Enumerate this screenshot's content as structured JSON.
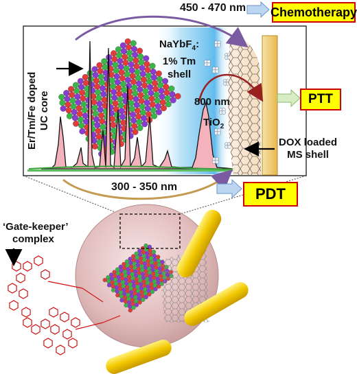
{
  "labels": {
    "wavelength_top": "450 - 470 nm",
    "chemotherapy": "Chemotherapy",
    "shell_line1": "NaYbF",
    "shell_sub": "4",
    "shell_line1_tail": ":",
    "shell_line2": "1% Tm",
    "shell_line3": "shell",
    "core_vertical": "Er/Tm/Fe doped",
    "core_vertical2": "UC core",
    "wavelength_mid": "800 nm",
    "tio2_main": "TiO",
    "tio2_sub": "2",
    "ptt": "PTT",
    "dox_line1": "DOX loaded",
    "dox_line2": "MS shell",
    "wavelength_bottom": "300 - 350 nm",
    "pdt": "PDT",
    "gatekeeper_line1": "‘Gate-keeper’",
    "gatekeeper_line2": "complex"
  },
  "colors": {
    "highlight_box": "#ffff00",
    "highlight_border": "#d10000",
    "arrow_fill": "#bcd6f2",
    "arrow_green": "#d8ecc4",
    "spectrum_fill": "#f2b4bd",
    "shell_glow": "#7cc6f2",
    "rod": "#f2d200",
    "molecule": "#d01010",
    "sphere": "#e9c8c8"
  }
}
